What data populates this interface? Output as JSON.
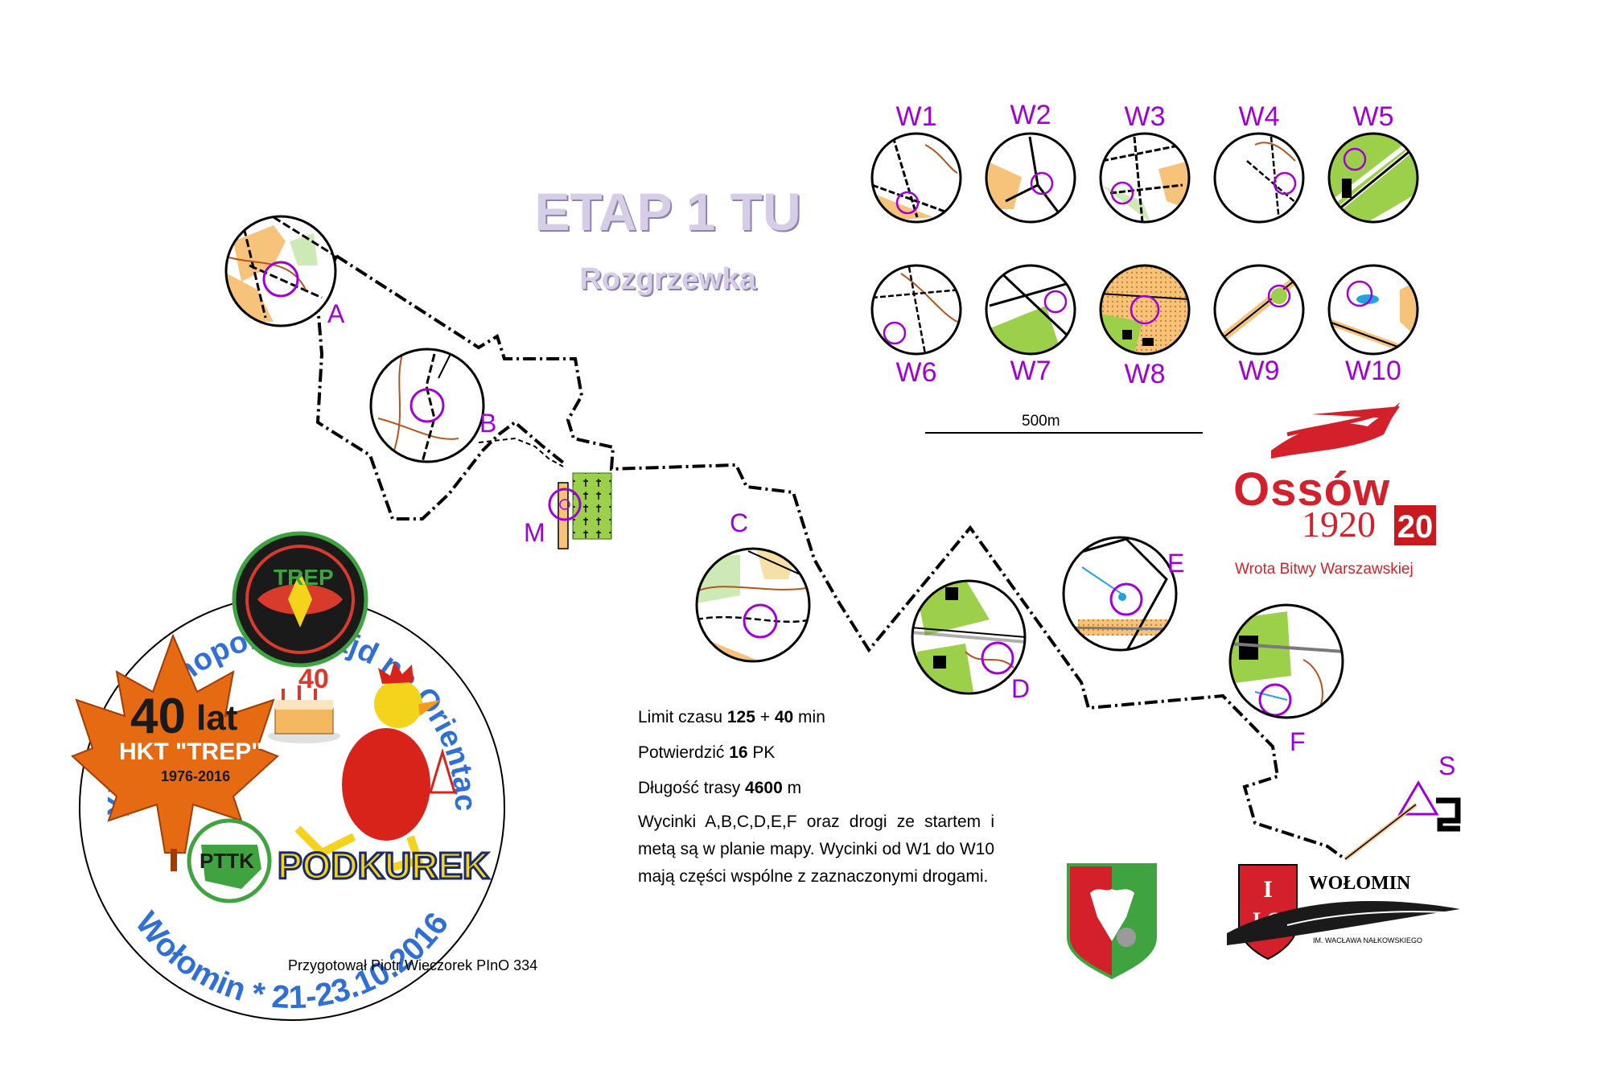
{
  "title": "ETAP 1 TU",
  "subtitle": "Rozgrzewka",
  "insets": [
    "W1",
    "W2",
    "W3",
    "W4",
    "W5",
    "W6",
    "W7",
    "W8",
    "W9",
    "W10"
  ],
  "controls": [
    "A",
    "B",
    "C",
    "D",
    "E",
    "F",
    "M",
    "S"
  ],
  "scale_label": "500m",
  "info": {
    "limit_prefix": "Limit czasu ",
    "limit_main": "125",
    "limit_plus": " + ",
    "limit_extra": "40",
    "limit_unit": " min",
    "confirm_prefix": "Potwierdzić ",
    "confirm_value": "16",
    "confirm_unit": " PK",
    "length_prefix": "Długość trasy ",
    "length_value": "4600",
    "length_unit": " m",
    "description": "Wycinki A,B,C,D,E,F oraz drogi ze startem i metą są w planie mapy. Wycinki od W1 do W10 mają części wspólne z zaznaczonymi drogami."
  },
  "author": "Przygotował Piotr Wieczorek PInO 334",
  "badge": {
    "ring_top": "XXXIX Ogólnopolski Rajd na Orientację",
    "ring_bottom": "Wołomin * 21-23.10.2016",
    "leaf_main": "lat",
    "leaf_num": "40",
    "leaf_club": "HKT \"TREP\"",
    "leaf_years": "1976-2016",
    "trep": "TREP",
    "pttk": "PTTK",
    "podkurek": "PODKUREK"
  },
  "sponsor": {
    "name": "Ossów",
    "year": "1920",
    "tag": "20",
    "sub": "Wrota Bitwy Warszawskiej"
  },
  "school": {
    "name": "WOŁOMIN",
    "initials_top": "I",
    "initials_bottom": "LO",
    "patron": "IM. WACŁAWA NAŁKOWSKIEGO"
  },
  "colors": {
    "control_purple": "#a100d6",
    "forest_green": "#9ccf4a",
    "open_orange": "#f7c27a",
    "contour_brown": "#b5541d",
    "badge_blue": "#2f6fd6",
    "ossow_red": "#d4202a"
  }
}
